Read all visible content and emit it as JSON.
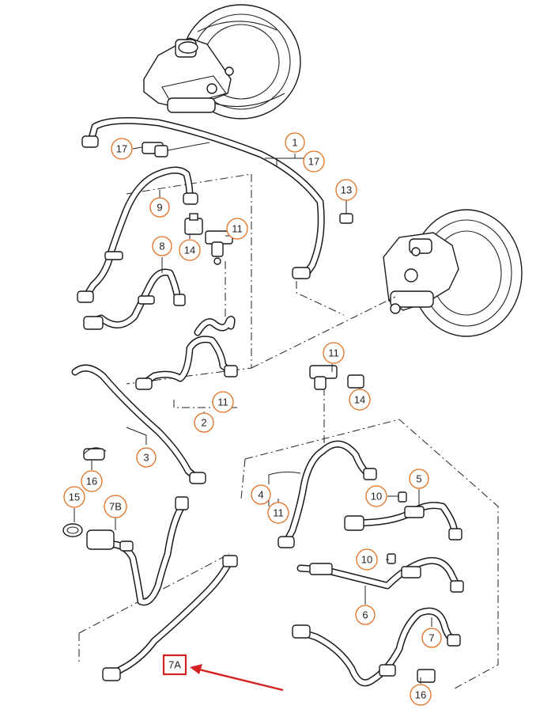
{
  "callouts": [
    {
      "id": "c1",
      "label": "1"
    },
    {
      "id": "c2",
      "label": "2"
    },
    {
      "id": "c3",
      "label": "3"
    },
    {
      "id": "c4",
      "label": "4"
    },
    {
      "id": "c5",
      "label": "5"
    },
    {
      "id": "c6",
      "label": "6"
    },
    {
      "id": "c7",
      "label": "7"
    },
    {
      "id": "c8",
      "label": "8"
    },
    {
      "id": "c9",
      "label": "9"
    },
    {
      "id": "c10a",
      "label": "10"
    },
    {
      "id": "c10b",
      "label": "10"
    },
    {
      "id": "c11a",
      "label": "11"
    },
    {
      "id": "c11b",
      "label": "11"
    },
    {
      "id": "c11c",
      "label": "11"
    },
    {
      "id": "c11d",
      "label": "11"
    },
    {
      "id": "c13",
      "label": "13"
    },
    {
      "id": "c14a",
      "label": "14"
    },
    {
      "id": "c14b",
      "label": "14"
    },
    {
      "id": "c15",
      "label": "15"
    },
    {
      "id": "c16a",
      "label": "16"
    },
    {
      "id": "c16b",
      "label": "16"
    },
    {
      "id": "c17a",
      "label": "17"
    },
    {
      "id": "c17b",
      "label": "17"
    },
    {
      "id": "c7b",
      "label": "7B"
    }
  ],
  "highlight": {
    "label": "7A",
    "box_color": "#d42020"
  },
  "arrow": {
    "color": "#d42020"
  },
  "callout_color": "#e07020"
}
